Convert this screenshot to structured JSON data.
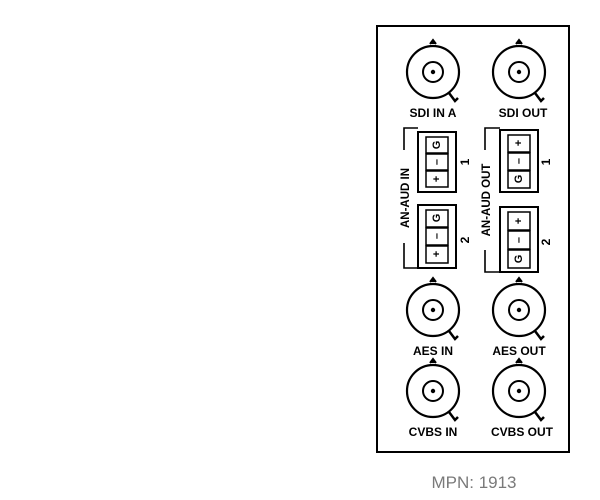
{
  "panel": {
    "connectors": {
      "sdi_in_a": "SDI IN A",
      "sdi_out": "SDI OUT",
      "aes_in": "AES IN",
      "aes_out": "AES OUT",
      "cvbs_in": "CVBS IN",
      "cvbs_out": "CVBS OUT"
    },
    "audio_in": {
      "label": "AN-AUD IN",
      "blocks": [
        {
          "number": "1",
          "pins": [
            "G",
            "–",
            "+"
          ]
        },
        {
          "number": "2",
          "pins": [
            "G",
            "–",
            "+"
          ]
        }
      ]
    },
    "audio_out": {
      "label": "AN-AUD OUT",
      "blocks": [
        {
          "number": "1",
          "pins": [
            "+",
            "–",
            "G"
          ]
        },
        {
          "number": "2",
          "pins": [
            "+",
            "–",
            "G"
          ]
        }
      ]
    }
  },
  "mpn": "MPN: 1913"
}
